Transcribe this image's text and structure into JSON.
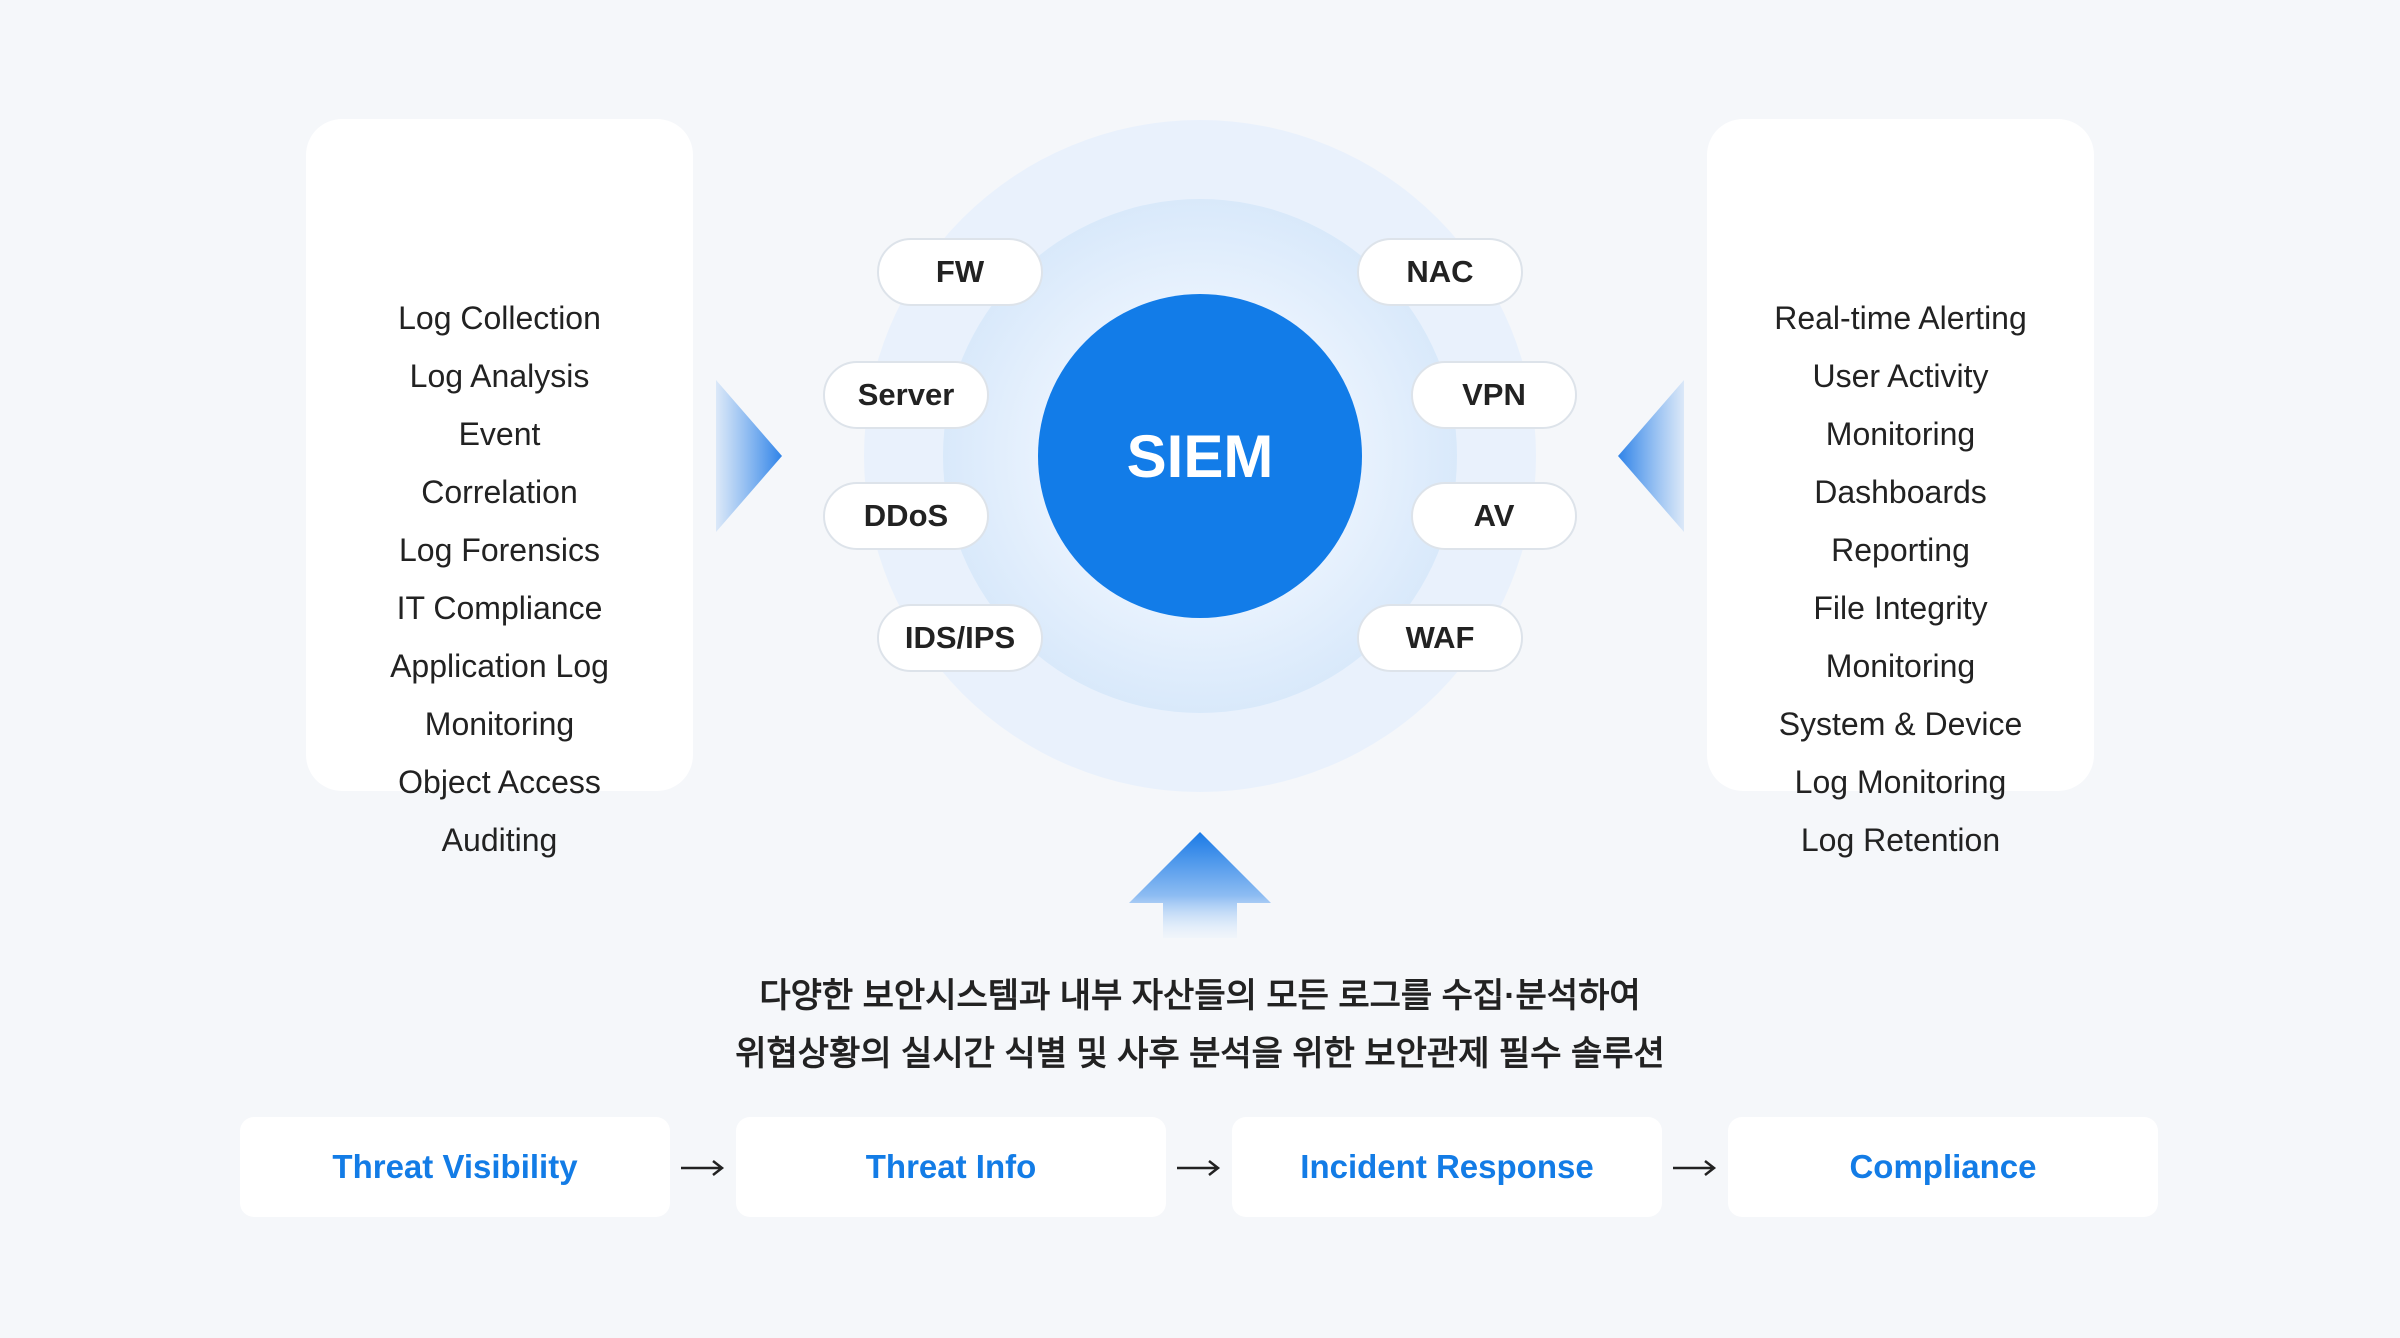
{
  "left_panel": {
    "items": [
      "Log Collection",
      "Log Analysis",
      "Event",
      "Correlation",
      "Log Forensics",
      "IT Compliance",
      "Application Log",
      "Monitoring",
      "Object Access",
      "Auditing"
    ]
  },
  "right_panel": {
    "items": [
      "Real-time Alerting",
      "User Activity",
      "Monitoring",
      "Dashboards",
      "Reporting",
      "File Integrity",
      "Monitoring",
      "System & Device",
      "Log Monitoring",
      "Log Retention"
    ]
  },
  "center": {
    "title": "SIEM",
    "sources": [
      "FW",
      "Server",
      "DDoS",
      "IDS/IPS",
      "NAC",
      "VPN",
      "AV",
      "WAF"
    ]
  },
  "description": {
    "line1": "다양한 보안시스템과 내부 자산들의 모든 로그를 수집·분석하여",
    "line2": "위협상황의 실시간 식별 및 사후 분석을 위한 보안관제 필수 솔루션"
  },
  "flow": [
    "Threat Visibility",
    "Threat Info",
    "Incident Response",
    "Compliance"
  ],
  "colors": {
    "accent": "#127ce8",
    "background": "#f5f7fa"
  }
}
